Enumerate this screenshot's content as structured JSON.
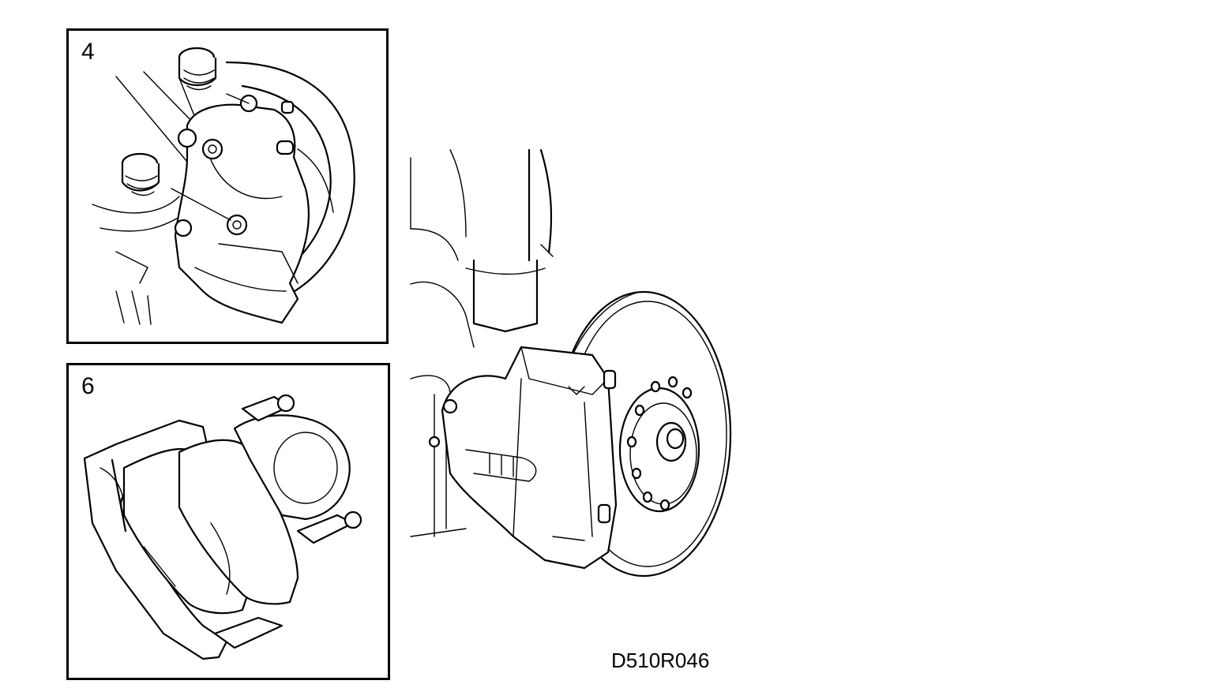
{
  "insets": [
    {
      "number": "4"
    },
    {
      "number": "6"
    }
  ],
  "figure_code": "D510R046",
  "icons": {
    "inset_4": "caliper-guide-bolt-removal-illustration",
    "inset_6": "brake-caliper-with-pads-illustration",
    "main": "front-wheel-hub-disc-caliper-illustration"
  },
  "colors": {
    "line": "#000000",
    "background": "#ffffff"
  }
}
